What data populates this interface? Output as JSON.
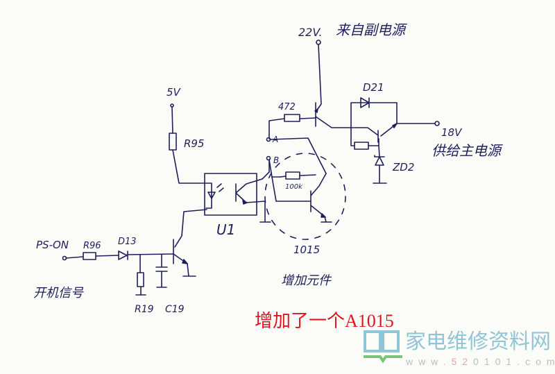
{
  "labels": {
    "supply_22v": "22V.",
    "supply_22v_note": "来自副电源",
    "d21": "D21",
    "r472": "472",
    "node_a": "A",
    "node_b": "B",
    "r100k": "100k",
    "out_18v": "18V",
    "out_18v_note": "供给主电源",
    "zd2": "ZD2",
    "v5": "5V",
    "r95": "R95",
    "u1": "U1",
    "ps_on": "PS-ON",
    "r96": "R96",
    "d13": "D13",
    "ps_on_note": "开机信号",
    "r19": "R19",
    "c19": "C19",
    "q1015": "1015",
    "added_component": "增加元件"
  },
  "annotation": "增加了一个A1015",
  "watermark": {
    "site_name": "家电维修资料网",
    "url": "www.520101.com",
    "url_prefix": "www.",
    "url_red": "52",
    "url_rest": "0101.com"
  },
  "colors": {
    "ink": "#1d1f5c",
    "annotation": "#e0141c",
    "logo": "#8fc6d7"
  }
}
